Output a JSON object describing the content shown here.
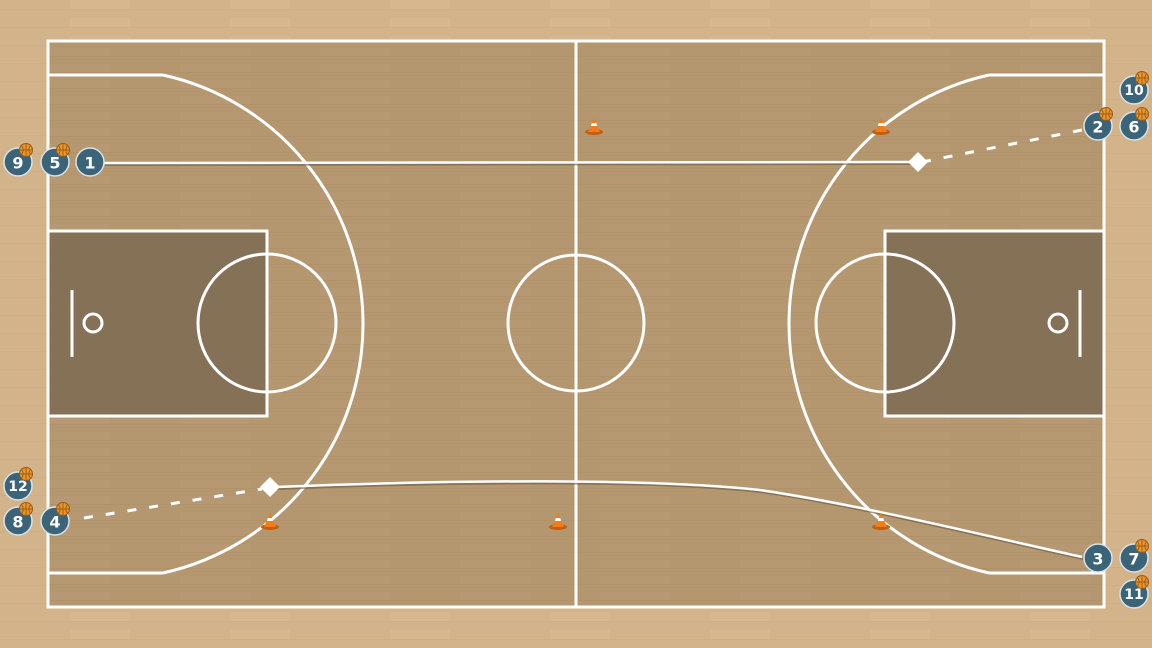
{
  "colors": {
    "floor": "#d3b48a",
    "court": "#b4976f",
    "paint": "#7d6a52",
    "lines": "#ffffff",
    "player": "#3c6478",
    "ball": "#e8962e",
    "cone": "#f07d19",
    "path": "#ffffff"
  },
  "icons": {
    "ball": "basketball-icon",
    "cone": "cone-icon",
    "handoff": "diamond-marker-icon"
  },
  "players": [
    {
      "id": "p1",
      "label": "1",
      "has_ball": false
    },
    {
      "id": "p2",
      "label": "2",
      "has_ball": true
    },
    {
      "id": "p3",
      "label": "3",
      "has_ball": false
    },
    {
      "id": "p4",
      "label": "4",
      "has_ball": true
    },
    {
      "id": "p5",
      "label": "5",
      "has_ball": true
    },
    {
      "id": "p6",
      "label": "6",
      "has_ball": true
    },
    {
      "id": "p7",
      "label": "7",
      "has_ball": true
    },
    {
      "id": "p8",
      "label": "8",
      "has_ball": true
    },
    {
      "id": "p9",
      "label": "9",
      "has_ball": true
    },
    {
      "id": "p10",
      "label": "10",
      "has_ball": true
    },
    {
      "id": "p11",
      "label": "11",
      "has_ball": true
    },
    {
      "id": "p12",
      "label": "12",
      "has_ball": true
    }
  ],
  "movements": [
    {
      "id": "run-1",
      "type": "cut",
      "style": "solid"
    },
    {
      "id": "pass-2",
      "type": "pass",
      "style": "dashed"
    },
    {
      "id": "run-3",
      "type": "cut",
      "style": "solid"
    },
    {
      "id": "pass-4",
      "type": "pass",
      "style": "dashed"
    }
  ],
  "cones": [
    "cone-1",
    "cone-2",
    "cone-3",
    "cone-4",
    "cone-5",
    "cone-6"
  ]
}
